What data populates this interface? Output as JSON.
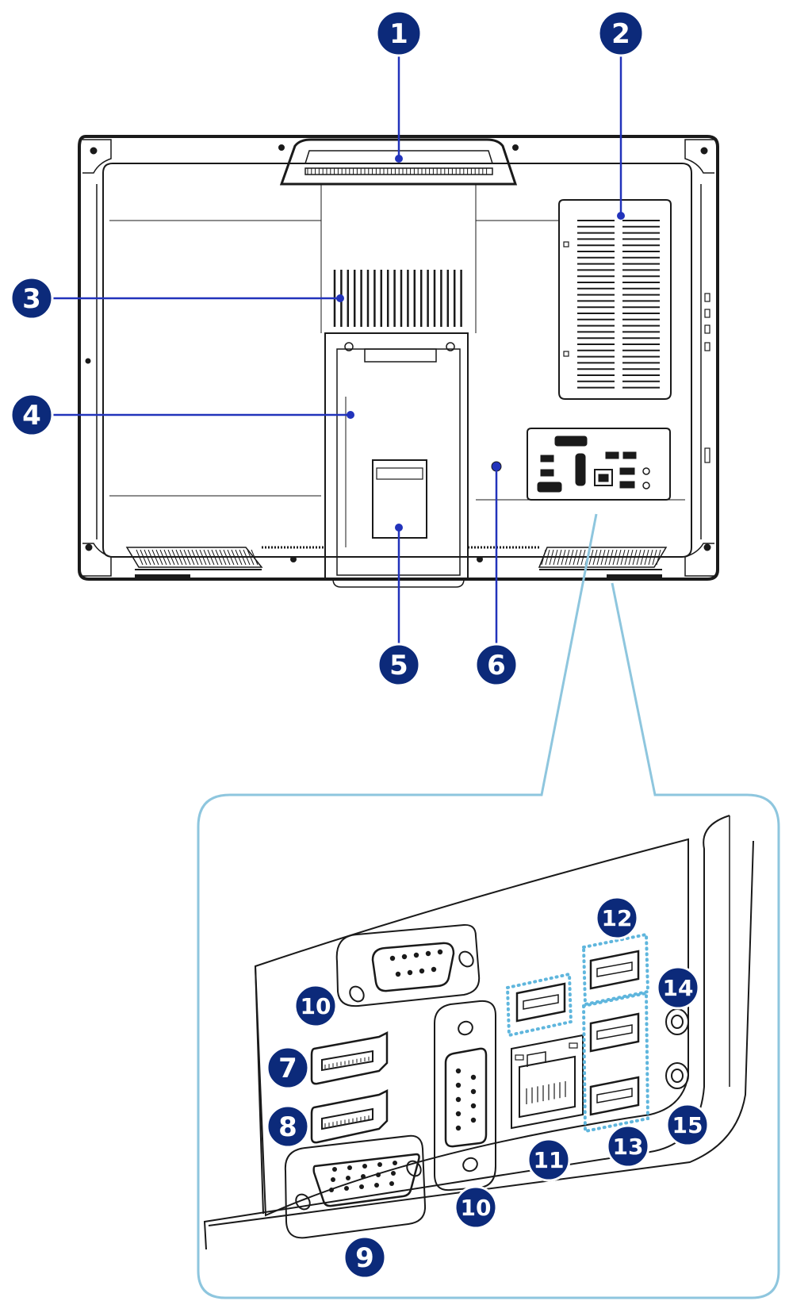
{
  "callouts": [
    {
      "id": "c1",
      "label": "1"
    },
    {
      "id": "c2",
      "label": "2"
    },
    {
      "id": "c3",
      "label": "3"
    },
    {
      "id": "c4",
      "label": "4"
    },
    {
      "id": "c5",
      "label": "5"
    },
    {
      "id": "c6",
      "label": "6"
    },
    {
      "id": "c7",
      "label": "7"
    },
    {
      "id": "c8",
      "label": "8"
    },
    {
      "id": "c9",
      "label": "9"
    },
    {
      "id": "c10a",
      "label": "10"
    },
    {
      "id": "c10b",
      "label": "10"
    },
    {
      "id": "c11",
      "label": "11"
    },
    {
      "id": "c12",
      "label": "12"
    },
    {
      "id": "c13",
      "label": "13"
    },
    {
      "id": "c14",
      "label": "14"
    },
    {
      "id": "c15",
      "label": "15"
    }
  ],
  "colors": {
    "callout_fill": "#0c2a7a",
    "leader_line": "#2233bb",
    "zoom_frame": "#8ec6de",
    "usb_dots": "#5fb6dd",
    "outline": "#1a1a1a"
  }
}
